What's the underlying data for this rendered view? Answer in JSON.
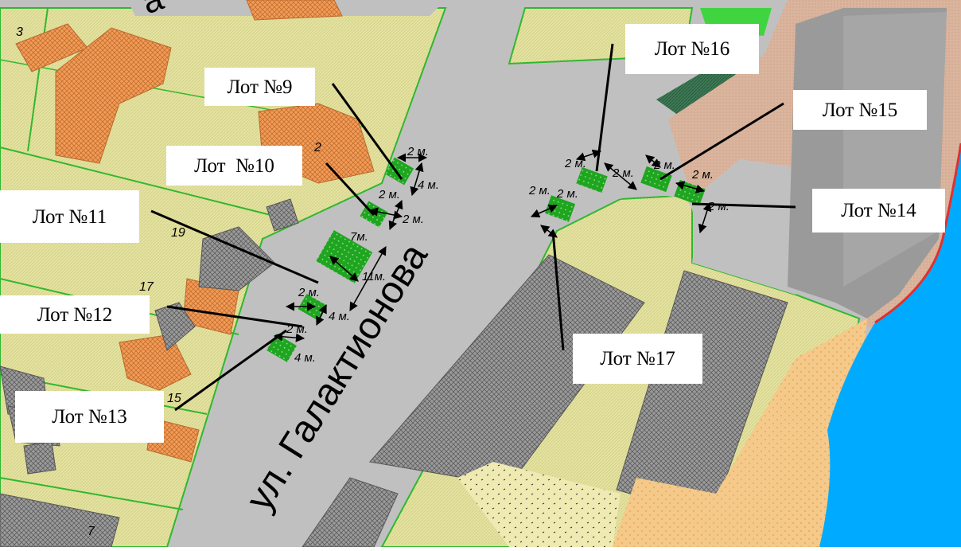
{
  "map": {
    "street_name": "ул. Галактионова",
    "house_numbers": [
      "3",
      "2",
      "19",
      "17",
      "15",
      "7"
    ],
    "dimension_labels": [
      "2 м.",
      "4 м.",
      "2 м.",
      "2 м.",
      "7м.",
      "11м.",
      "2 м.",
      "4 м.",
      "4 м.",
      "2 м.",
      "2 м.",
      "2 м.",
      "2 м.",
      "2 м.",
      "2 м.",
      "2 м.",
      "2 м."
    ],
    "lots": [
      {
        "id": "lot-9",
        "label": "Лот №9"
      },
      {
        "id": "lot-10",
        "label": "Лот  №10"
      },
      {
        "id": "lot-11",
        "label": "Лот №11"
      },
      {
        "id": "lot-12",
        "label": "Лот №12"
      },
      {
        "id": "lot-13",
        "label": "Лот №13"
      },
      {
        "id": "lot-14",
        "label": "Лот №14"
      },
      {
        "id": "lot-15",
        "label": "Лот №15"
      },
      {
        "id": "lot-16",
        "label": "Лот №16"
      },
      {
        "id": "lot-17",
        "label": "Лот №17"
      }
    ],
    "colors": {
      "road": "#c0c0c0",
      "parcel": "#e6e49a",
      "parcel_border": "#2fb82f",
      "building_residential": "#f29a55",
      "building_industrial": "#8c8c8c",
      "lot_marker": "#1fa51f",
      "water": "#00aaff",
      "sand": "#f4c989",
      "embankment": "#d9b6a0"
    }
  }
}
